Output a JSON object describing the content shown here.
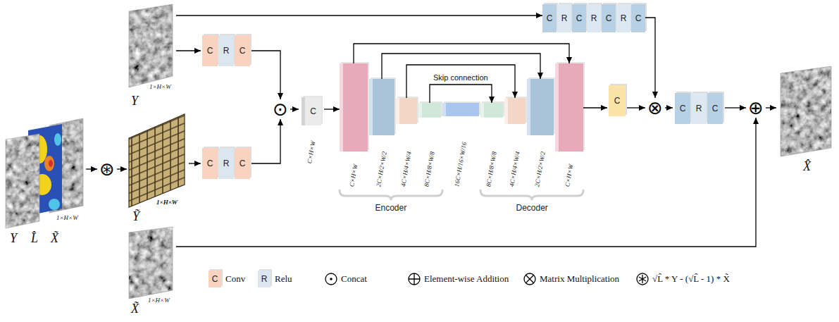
{
  "diagram": {
    "nodes": [
      {
        "text": [
          "Y",
          "L̂",
          "X̃",
          "1×H×W"
        ]
      },
      {
        "text": [
          "⊛"
        ]
      },
      {
        "text": [
          "1×H×W",
          "Ỹ"
        ]
      },
      {
        "text": [
          "1×H×W",
          "Y"
        ]
      },
      {
        "text": [
          "1×H×W",
          "X̃"
        ]
      },
      {
        "text": [
          "C",
          "R",
          "C"
        ]
      },
      {
        "text": [
          "C",
          "R",
          "C"
        ]
      },
      {
        "text": [
          "⊙"
        ]
      },
      {
        "text": [
          "C",
          "C×H×W"
        ]
      },
      {
        "text": [
          "C×H×W"
        ]
      },
      {
        "text": [
          "2C×H/2×W/2"
        ]
      },
      {
        "text": [
          "4C×H/4×W/4"
        ]
      },
      {
        "text": [
          "8C×H/8×W/8"
        ]
      },
      {
        "text": [
          "16C×H/16×W/16"
        ]
      },
      {
        "text": [
          "8C×H/8×W/8"
        ]
      },
      {
        "text": [
          "4C×H/4×W/4"
        ]
      },
      {
        "text": [
          "2C×H/2×W/2"
        ]
      },
      {
        "text": [
          "C×H×W"
        ]
      },
      {
        "text": [
          "C"
        ]
      },
      {
        "text": [
          "C",
          "R",
          "C",
          "R",
          "C",
          "R",
          "C"
        ]
      },
      {
        "text": [
          "⊗"
        ]
      },
      {
        "text": [
          "C",
          "R",
          "C"
        ]
      },
      {
        "text": [
          "⊕"
        ]
      },
      {
        "text": [
          "X̂"
        ]
      }
    ],
    "edges": [
      {
        "from": 0,
        "to": 1,
        "arrow": "to"
      },
      {
        "from": 1,
        "to": 2,
        "arrow": "to"
      },
      {
        "from": 3,
        "to": 5,
        "arrow": "to"
      },
      {
        "from": 2,
        "to": 6,
        "arrow": "to"
      },
      {
        "from": 5,
        "to": 7,
        "arrow": "to"
      },
      {
        "from": 6,
        "to": 7,
        "arrow": "to"
      },
      {
        "from": 7,
        "to": 8,
        "arrow": "to"
      },
      {
        "from": 8,
        "to": 9,
        "arrow": "to"
      },
      {
        "from": 9,
        "to": 17,
        "arrow": "to"
      },
      {
        "from": 10,
        "to": 16,
        "arrow": "to"
      },
      {
        "from": 11,
        "to": 15,
        "arrow": "to"
      },
      {
        "from": 12,
        "to": 14,
        "label": "Skip connection",
        "arrow": "to"
      },
      {
        "from": 17,
        "to": 18,
        "arrow": "to"
      },
      {
        "from": 3,
        "to": 19,
        "arrow": "to"
      },
      {
        "from": 19,
        "to": 20,
        "arrow": "to"
      },
      {
        "from": 18,
        "to": 20,
        "arrow": "to"
      },
      {
        "from": 20,
        "to": 21,
        "arrow": "to"
      },
      {
        "from": 21,
        "to": 22,
        "arrow": "to"
      },
      {
        "from": 22,
        "to": 23,
        "arrow": "to"
      },
      {
        "from": 4,
        "to": 22,
        "arrow": "to"
      }
    ],
    "labels": [
      "C",
      "R",
      "Encoder",
      "Decoder"
    ],
    "legend": [
      {
        "text": "Conv",
        "color": "#f9d3c0"
      },
      {
        "text": "Relu",
        "color": "#dbe6f0"
      },
      {
        "text": "Concat"
      },
      {
        "text": "Element-wise Addition"
      },
      {
        "text": "Matrix Multiplication"
      },
      {
        "text": "√L̂ * Y - (√L̂ - 1) * X̃"
      }
    ]
  }
}
